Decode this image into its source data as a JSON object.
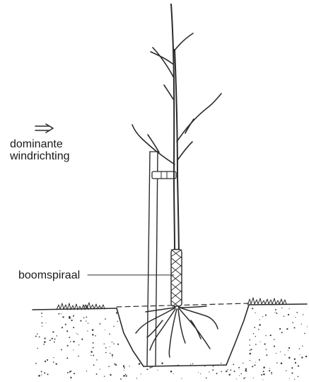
{
  "annotations": {
    "wind_line1": "dominante",
    "wind_line2": "windrichting",
    "spiral": "boomspiraal"
  },
  "icons": {
    "wind_arrow": "double-arrow-right-icon"
  },
  "colors": {
    "ink": "#2b2b2b",
    "paper": "#ffffff"
  }
}
